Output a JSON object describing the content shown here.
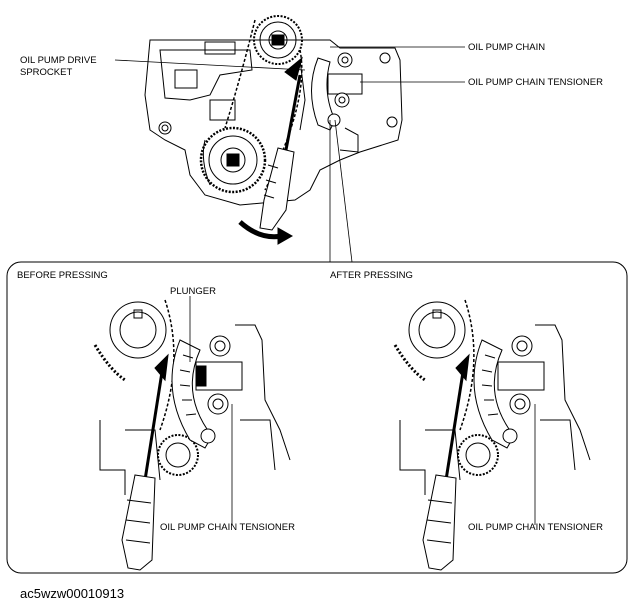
{
  "labels": {
    "oil_pump_drive_sprocket_line1": "OIL PUMP DRIVE",
    "oil_pump_drive_sprocket_line2": "SPROCKET",
    "oil_pump_chain": "OIL PUMP CHAIN",
    "oil_pump_chain_tensioner_top": "OIL PUMP CHAIN TENSIONER",
    "before_pressing": "BEFORE PRESSING",
    "after_pressing": "AFTER PRESSING",
    "plunger": "PLUNGER",
    "oil_pump_chain_tensioner_left": "OIL PUMP CHAIN TENSIONER",
    "oil_pump_chain_tensioner_right": "OIL PUMP CHAIN TENSIONER"
  },
  "figure_code": "ac5wzw00010913",
  "colors": {
    "line": "#000000",
    "background": "#ffffff"
  }
}
